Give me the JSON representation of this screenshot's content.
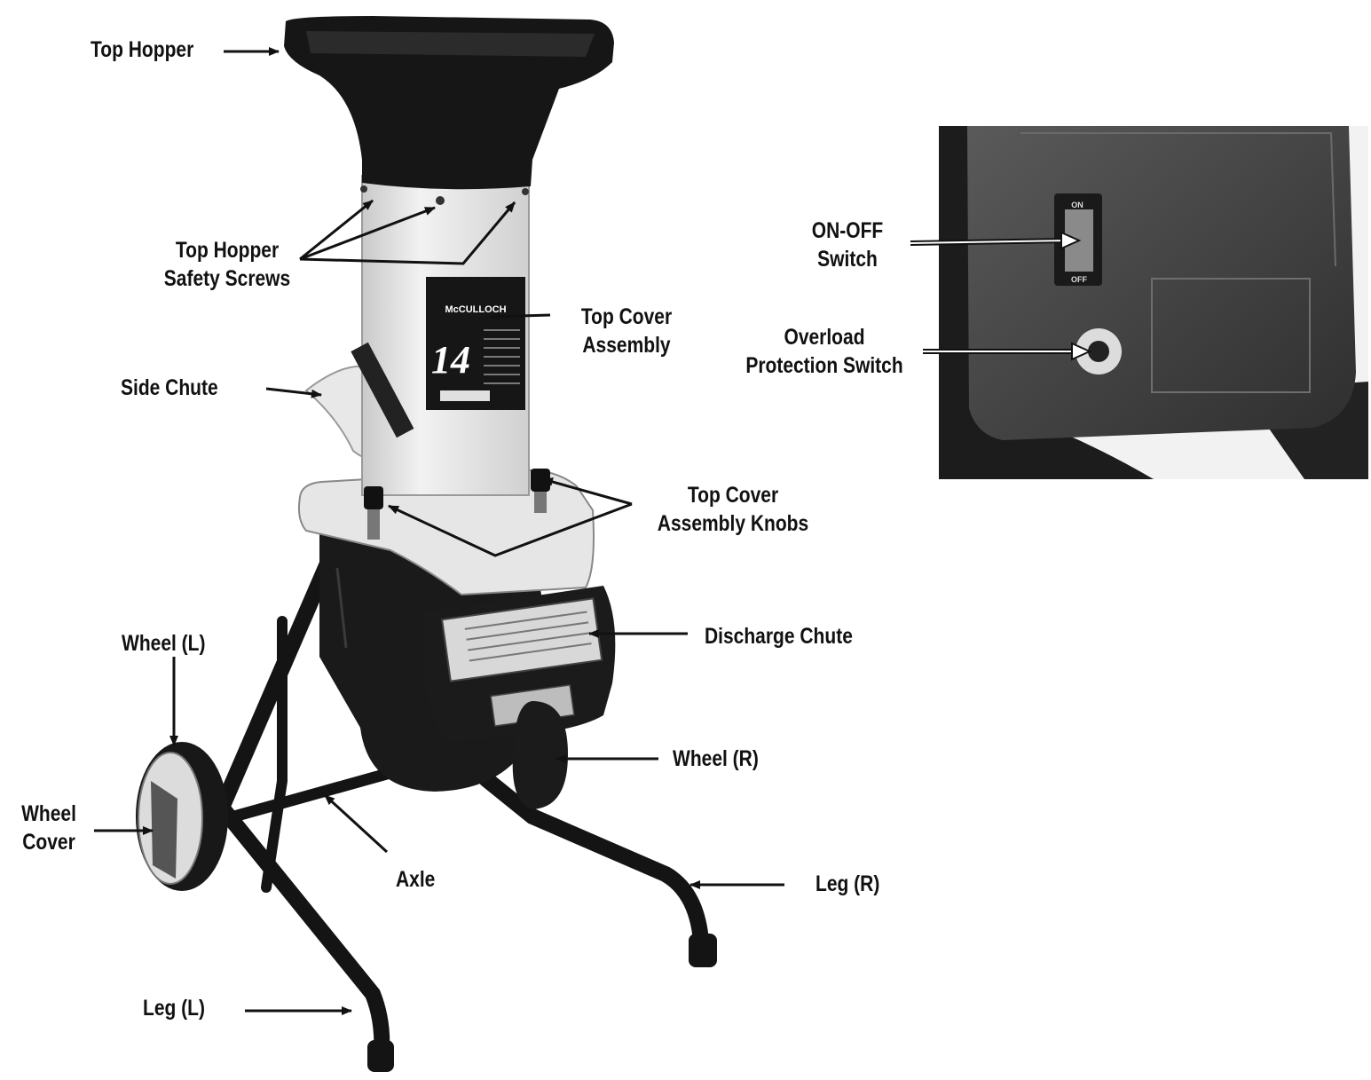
{
  "figure": {
    "brand_decal": "McCULLOCH",
    "model_decal": "14",
    "switch_on_text": "ON",
    "switch_off_text": "OFF"
  },
  "labels": {
    "top_hopper": "Top Hopper",
    "top_hopper_safety_screws": [
      "Top Hopper",
      "Safety Screws"
    ],
    "top_cover_assembly": [
      "Top Cover",
      "Assembly"
    ],
    "side_chute": "Side Chute",
    "top_cover_assembly_knobs": [
      "Top Cover",
      "Assembly Knobs"
    ],
    "discharge_chute": "Discharge Chute",
    "wheel_left": "Wheel (L)",
    "wheel_right": "Wheel (R)",
    "wheel_cover": [
      "Wheel",
      "Cover"
    ],
    "axle": "Axle",
    "leg_right": "Leg (R)",
    "leg_left": "Leg (L)",
    "on_off_switch": [
      "ON-OFF",
      "Switch"
    ],
    "overload_protection_switch": [
      "Overload",
      "Protection Switch"
    ]
  },
  "colors": {
    "ink": "#111111",
    "body_light": "#e4e4e4",
    "body_dark": "#181818",
    "panel_gray": "#4a4a4a"
  }
}
